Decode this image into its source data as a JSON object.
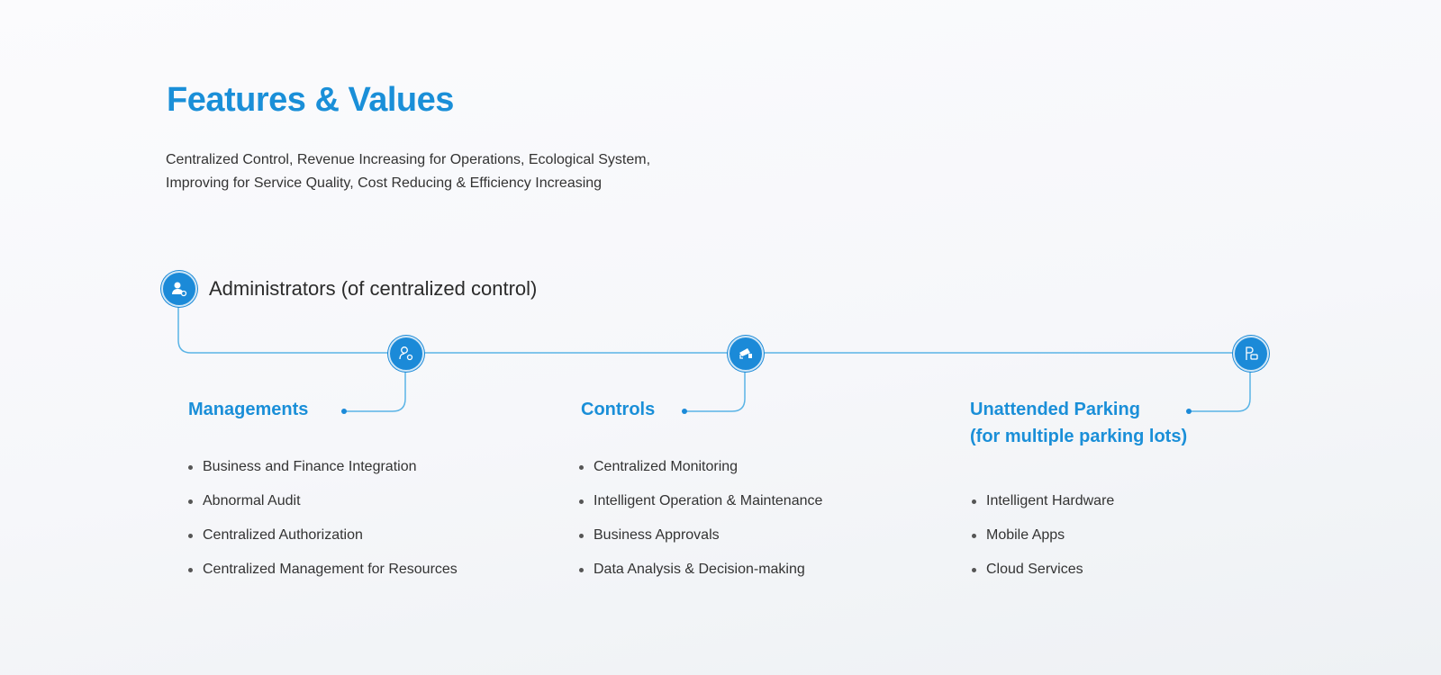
{
  "header": {
    "title": "Features & Values",
    "subtitle_lines": [
      "Centralized Control, Revenue Increasing for Operations, Ecological System,",
      "Improving for Service Quality, Cost Reducing & Efficiency Increasing"
    ]
  },
  "root": {
    "label": "Administrators (of centralized control)",
    "icon": "admin-user-gear-icon"
  },
  "columns": [
    {
      "heading": "Managements",
      "icon": "user-settings-icon",
      "items": [
        "Business and Finance Integration",
        "Abnormal Audit",
        "Centralized Authorization",
        "Centralized Management for Resources"
      ]
    },
    {
      "heading": "Controls",
      "icon": "camera-icon",
      "items": [
        "Centralized Monitoring",
        "Intelligent Operation & Maintenance",
        "Business Approvals",
        "Data Analysis & Decision-making"
      ]
    },
    {
      "heading_lines": [
        "Unattended Parking",
        "(for multiple parking lots)"
      ],
      "icon": "parking-car-icon",
      "items": [
        "Intelligent Hardware",
        "Mobile Apps",
        "Cloud Services"
      ]
    }
  ],
  "colors": {
    "accent": "#1a8fd8",
    "line": "#5ab4e6"
  }
}
